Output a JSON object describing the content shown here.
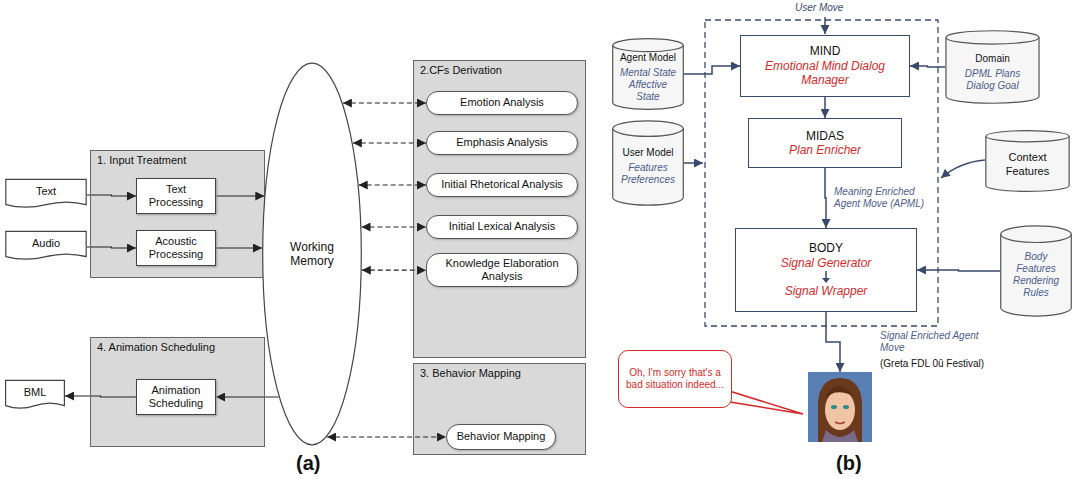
{
  "diagram": {
    "nodes": [
      {
        "text": [
          "Text"
        ]
      },
      {
        "text": [
          "Audio"
        ]
      },
      {
        "text": [
          "BML"
        ]
      },
      {
        "text": [
          "1. Input Treatment"
        ]
      },
      {
        "text": [
          "Text Processing"
        ],
        "in": 3
      },
      {
        "text": [
          "Acoustic Processing"
        ],
        "in": 3
      },
      {
        "text": [
          "4. Animation Scheduling"
        ]
      },
      {
        "text": [
          "Animation Scheduling"
        ],
        "in": 6
      },
      {
        "text": [
          "Working Memory"
        ]
      },
      {
        "text": [
          "2.CFs Derivation"
        ]
      },
      {
        "text": [
          "Emotion Analysis"
        ],
        "in": 9
      },
      {
        "text": [
          "Emphasis Analysis"
        ],
        "in": 9
      },
      {
        "text": [
          "Initial Rhetorical Analysis"
        ],
        "in": 9
      },
      {
        "text": [
          "Initial Lexical Analysis"
        ],
        "in": 9
      },
      {
        "text": [
          "Knowledge Elaboration Analysis"
        ],
        "in": 9
      },
      {
        "text": [
          "3. Behavior Mapping"
        ]
      },
      {
        "text": [
          "Behavior Mapping"
        ],
        "in": 15
      },
      {
        "text": [
          "Agent Model",
          "Mental State Affective State"
        ]
      },
      {
        "text": [
          "User Model",
          "Features Preferences"
        ]
      },
      {
        "text": [
          "MIND",
          "Emotional Mind Dialog Manager"
        ]
      },
      {
        "text": [
          "MIDAS",
          "Plan Enricher"
        ]
      },
      {
        "text": [
          "BODY",
          "Signal Generator",
          "Signal Wrapper"
        ]
      },
      {
        "text": [
          "Domain",
          "DPML Plans Dialog Goal"
        ]
      },
      {
        "text": [
          "Context Features"
        ]
      },
      {
        "text": [
          "Body Features Rendering Rules"
        ]
      },
      {
        "text": [
          "Oh, I'm sorry that's a bad situation indeed..."
        ]
      },
      {
        "text": [
          "Signal Enriched Agent Move",
          "(Greta FDL 0û Festival)"
        ]
      }
    ],
    "edges": [
      {
        "from": 0,
        "to": 4,
        "arrow": "to"
      },
      {
        "from": 1,
        "to": 5,
        "arrow": "to"
      },
      {
        "from": 4,
        "to": 8,
        "arrow": "to"
      },
      {
        "from": 5,
        "to": 8,
        "arrow": "to"
      },
      {
        "from": 8,
        "to": 7,
        "arrow": "to"
      },
      {
        "from": 7,
        "to": 2,
        "arrow": "to"
      },
      {
        "from": 8,
        "to": 10,
        "arrow": "both"
      },
      {
        "from": 8,
        "to": 11,
        "arrow": "both"
      },
      {
        "from": 8,
        "to": 12,
        "arrow": "both"
      },
      {
        "from": 8,
        "to": 13,
        "arrow": "both"
      },
      {
        "from": 8,
        "to": 14,
        "arrow": "both"
      },
      {
        "from": 8,
        "to": 16,
        "arrow": "both"
      },
      {
        "from": 17,
        "to": 19,
        "arrow": "to"
      },
      {
        "from": 22,
        "to": 19,
        "arrow": "to"
      },
      {
        "from": 19,
        "to": 20,
        "arrow": "to"
      },
      {
        "from": 20,
        "to": 21,
        "label": "Meaning Enriched Agent Move (APML)",
        "arrow": "to"
      },
      {
        "from": 24,
        "to": 21,
        "arrow": "to"
      },
      {
        "from": 21,
        "to": 26,
        "arrow": "to"
      }
    ],
    "labels": [
      "User Move",
      "(a)",
      "(b)"
    ]
  }
}
